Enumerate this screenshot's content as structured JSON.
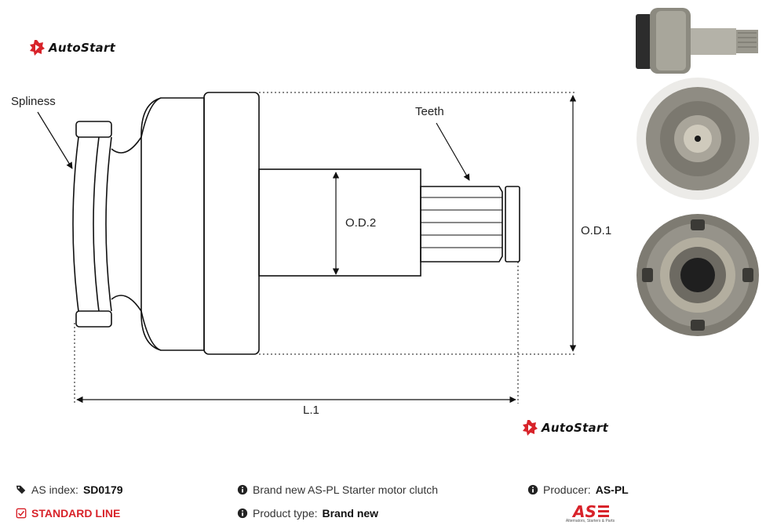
{
  "brand": {
    "name": "AutoStart",
    "color": "#d8232a"
  },
  "diagram": {
    "labels": {
      "spliness": "Spliness",
      "teeth": "Teeth",
      "od2": "O.D.2",
      "od1": "O.D.1",
      "l1": "L.1"
    }
  },
  "info": {
    "as_index_label": "AS index:",
    "as_index_value": "SD0179",
    "line": "STANDARD LINE",
    "description": "Brand new AS-PL Starter motor clutch",
    "product_type_label": "Product type:",
    "product_type_value": "Brand new",
    "producer_label": "Producer:",
    "producer_value": "AS-PL"
  },
  "producer_logo": {
    "text": "AS",
    "tagline": "Alternators, Starters & Parts"
  },
  "icons": {
    "tag": "tags-icon",
    "check": "check-square-icon",
    "info": "info-circle-icon"
  }
}
